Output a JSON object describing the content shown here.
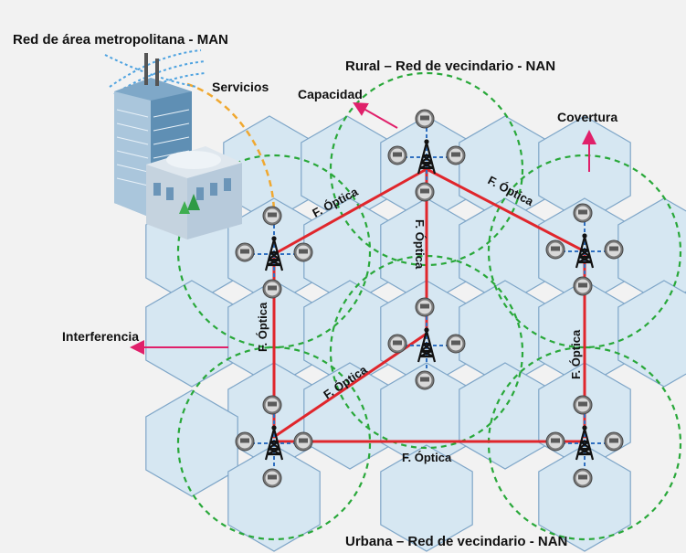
{
  "labels": {
    "man": "Red de área metropolitana - MAN",
    "rural": "Rural – Red de vecindario - NAN",
    "urban": "Urbana – Red de vecindario - NAN",
    "services": "Servicios",
    "capacity": "Capacidad",
    "coverage": "Covertura",
    "interference": "Interferencia"
  },
  "fiber_label": "F. Óptica",
  "colors": {
    "background": "#f2f2f2",
    "hex_fill": "#d6e7f2",
    "hex_stroke": "#7fa6c8",
    "fiber_link": "#e0262c",
    "coverage_circle": "#29a83a",
    "arrow": "#e0206a",
    "service_link": "#f0a830",
    "meter_link": "#2f6fc0"
  },
  "icons": [
    "building-icon",
    "tower-icon",
    "meter-icon",
    "antenna-signal-icon"
  ]
}
